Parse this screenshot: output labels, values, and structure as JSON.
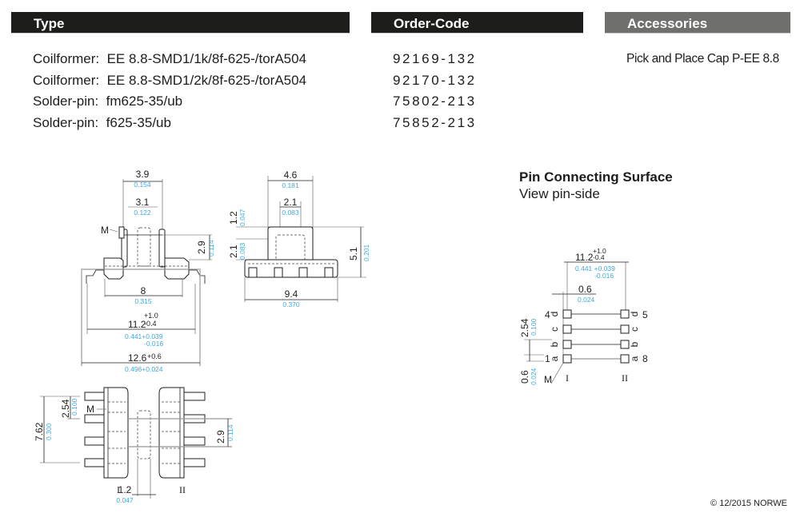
{
  "headers": {
    "type": "Type",
    "order_code": "Order-Code",
    "accessories": "Accessories"
  },
  "items": [
    {
      "label": "Coilformer:",
      "type": "EE 8.8-SMD1/1k/8f-625-/torA504",
      "order_code": "92169-132"
    },
    {
      "label": "Coilformer:",
      "type": "EE 8.8-SMD1/2k/8f-625-/torA504",
      "order_code": "92170-132"
    },
    {
      "label": "Solder-pin:",
      "type": "fm625-35/ub",
      "order_code": "75802-213"
    },
    {
      "label": "Solder-pin:",
      "type": "f625-35/ub",
      "order_code": "75852-213"
    }
  ],
  "accessories": [
    "Pick and Place Cap P-EE 8.8"
  ],
  "pin_surface": {
    "title": "Pin Connecting Surface",
    "subtitle": "View pin-side",
    "dim_width": "11.2",
    "dim_width_tol_plus": "+1.0",
    "dim_width_tol_minus": "-0.4",
    "dim_width_in": "0.441 +0.039",
    "dim_width_in_minus": "-0.016",
    "dim_pin": "0.6",
    "dim_pin_in": "0.024",
    "dim_pitch": "2.54",
    "dim_pitch_in": "0.100",
    "dim_offset": "0.6",
    "dim_offset_in": "0.024",
    "pins_left": [
      {
        "num": "4",
        "letter": "d"
      },
      {
        "num": "",
        "letter": "c"
      },
      {
        "num": "",
        "letter": "b"
      },
      {
        "num": "1",
        "letter": "a"
      }
    ],
    "pins_right": [
      {
        "num": "5",
        "letter": "d"
      },
      {
        "num": "",
        "letter": "c"
      },
      {
        "num": "",
        "letter": "b"
      },
      {
        "num": "8",
        "letter": "a"
      }
    ],
    "marker": "M",
    "side_left": "I",
    "side_right": "II"
  },
  "front_view": {
    "d1": "3.9",
    "d1_in": "0.154",
    "d2": "3.1",
    "d2_in": "0.122",
    "d3": "2.9",
    "d3_in": "0.114",
    "d4": "8",
    "d4_in": "0.315",
    "d5": "11.2",
    "d5_plus": "+1.0",
    "d5_minus": "-0.4",
    "d5_in": "0.441+0.039",
    "d5_in_minus": "-0.016",
    "d6": "12.6",
    "d6_plus": "+0.6",
    "d6_in": "0.496+0.024",
    "marker": "M"
  },
  "side_view": {
    "d1": "4.6",
    "d1_in": "0.181",
    "d2": "2.1",
    "d2_in": "0.083",
    "d3": "1.2",
    "d3_in": "0.047",
    "d4": "2.1",
    "d4_in": "0.083",
    "d5": "5.1",
    "d5_in": "0.201",
    "d6": "9.4",
    "d6_in": "0.370"
  },
  "top_view": {
    "d1": "2.54",
    "d1_in": "0.100",
    "d2": "7.62",
    "d2_in": "0.300",
    "d3": "2.9",
    "d3_in": "0.114",
    "d4": "1.2",
    "d4_in": "0.047",
    "marker": "M",
    "side_left": "I",
    "side_right": "II"
  },
  "footer": {
    "copyright": "© 12/2015 NORWE"
  }
}
